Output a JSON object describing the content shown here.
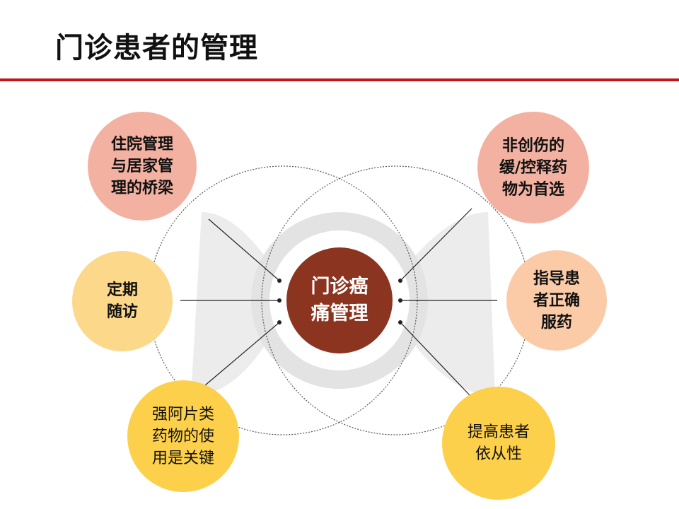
{
  "title": "门诊患者的管理",
  "colors": {
    "rule": "#c0141b",
    "center": "#8b3520",
    "salmon": "#f3b2a1",
    "peach": "#fbcba8",
    "pale_yellow": "#fcd88a",
    "yellow": "#fdd04c",
    "ring_gray": "#e3e3e3",
    "line": "#222222"
  },
  "center": {
    "label": "门诊癌\n痛管理"
  },
  "nodes": {
    "top_left": {
      "label": "住院管理\n与居家管\n理的桥梁"
    },
    "mid_left": {
      "label": "定期\n随访"
    },
    "bottom_left": {
      "label": "强阿片类\n药物的使\n用是关键"
    },
    "top_right": {
      "label": "非创伤的\n缓/控释药\n物为首选"
    },
    "mid_right": {
      "label": "指导患\n者正确\n服药"
    },
    "bottom_right": {
      "label": "提高患者\n依从性"
    }
  }
}
